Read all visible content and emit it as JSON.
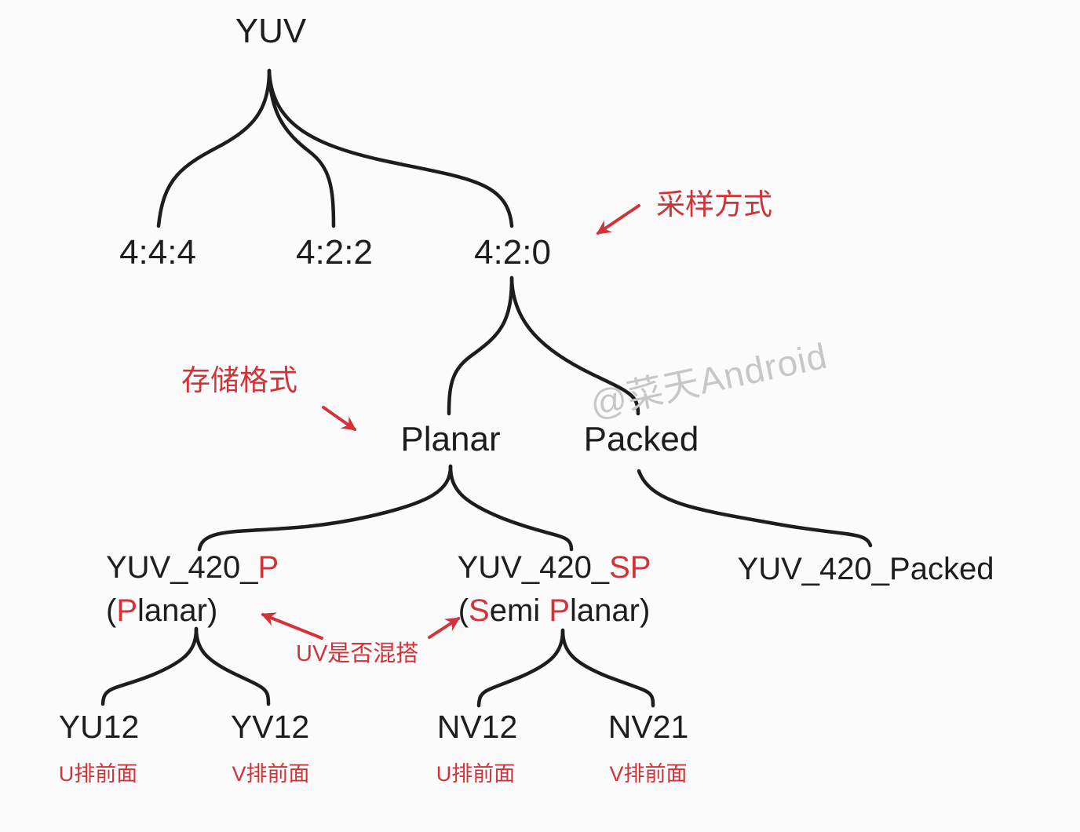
{
  "colors": {
    "background": "#fbfbfb",
    "text": "#1d1d1d",
    "red": "#d23338",
    "watermark": "#c7c7c7"
  },
  "watermark": "@菜天Android",
  "tree": {
    "root": "YUV",
    "sampling_annotation": "采样方式",
    "sampling_modes": [
      "4:4:4",
      "4:2:2",
      "4:2:0"
    ],
    "storage_annotation": "存储格式",
    "storage_formats": [
      "Planar",
      "Packed"
    ],
    "uv_mix_annotation": "UV是否混搭",
    "formats": {
      "planar_p": {
        "name_prefix": "YUV_420_",
        "name_red": "P",
        "alias_open": "(",
        "alias_red": "P",
        "alias_rest": "lanar)"
      },
      "semi_planar": {
        "name_prefix": "YUV_420_",
        "name_red": "SP",
        "alias_open": "(",
        "alias_red1": "S",
        "alias_mid": "emi ",
        "alias_red2": "P",
        "alias_rest": "lanar)"
      },
      "packed": {
        "name": "YUV_420_Packed"
      }
    },
    "leaves": [
      {
        "name": "YU12",
        "note": "U排前面"
      },
      {
        "name": "YV12",
        "note": "V排前面"
      },
      {
        "name": "NV12",
        "note": "U排前面"
      },
      {
        "name": "NV21",
        "note": "V排前面"
      }
    ]
  }
}
